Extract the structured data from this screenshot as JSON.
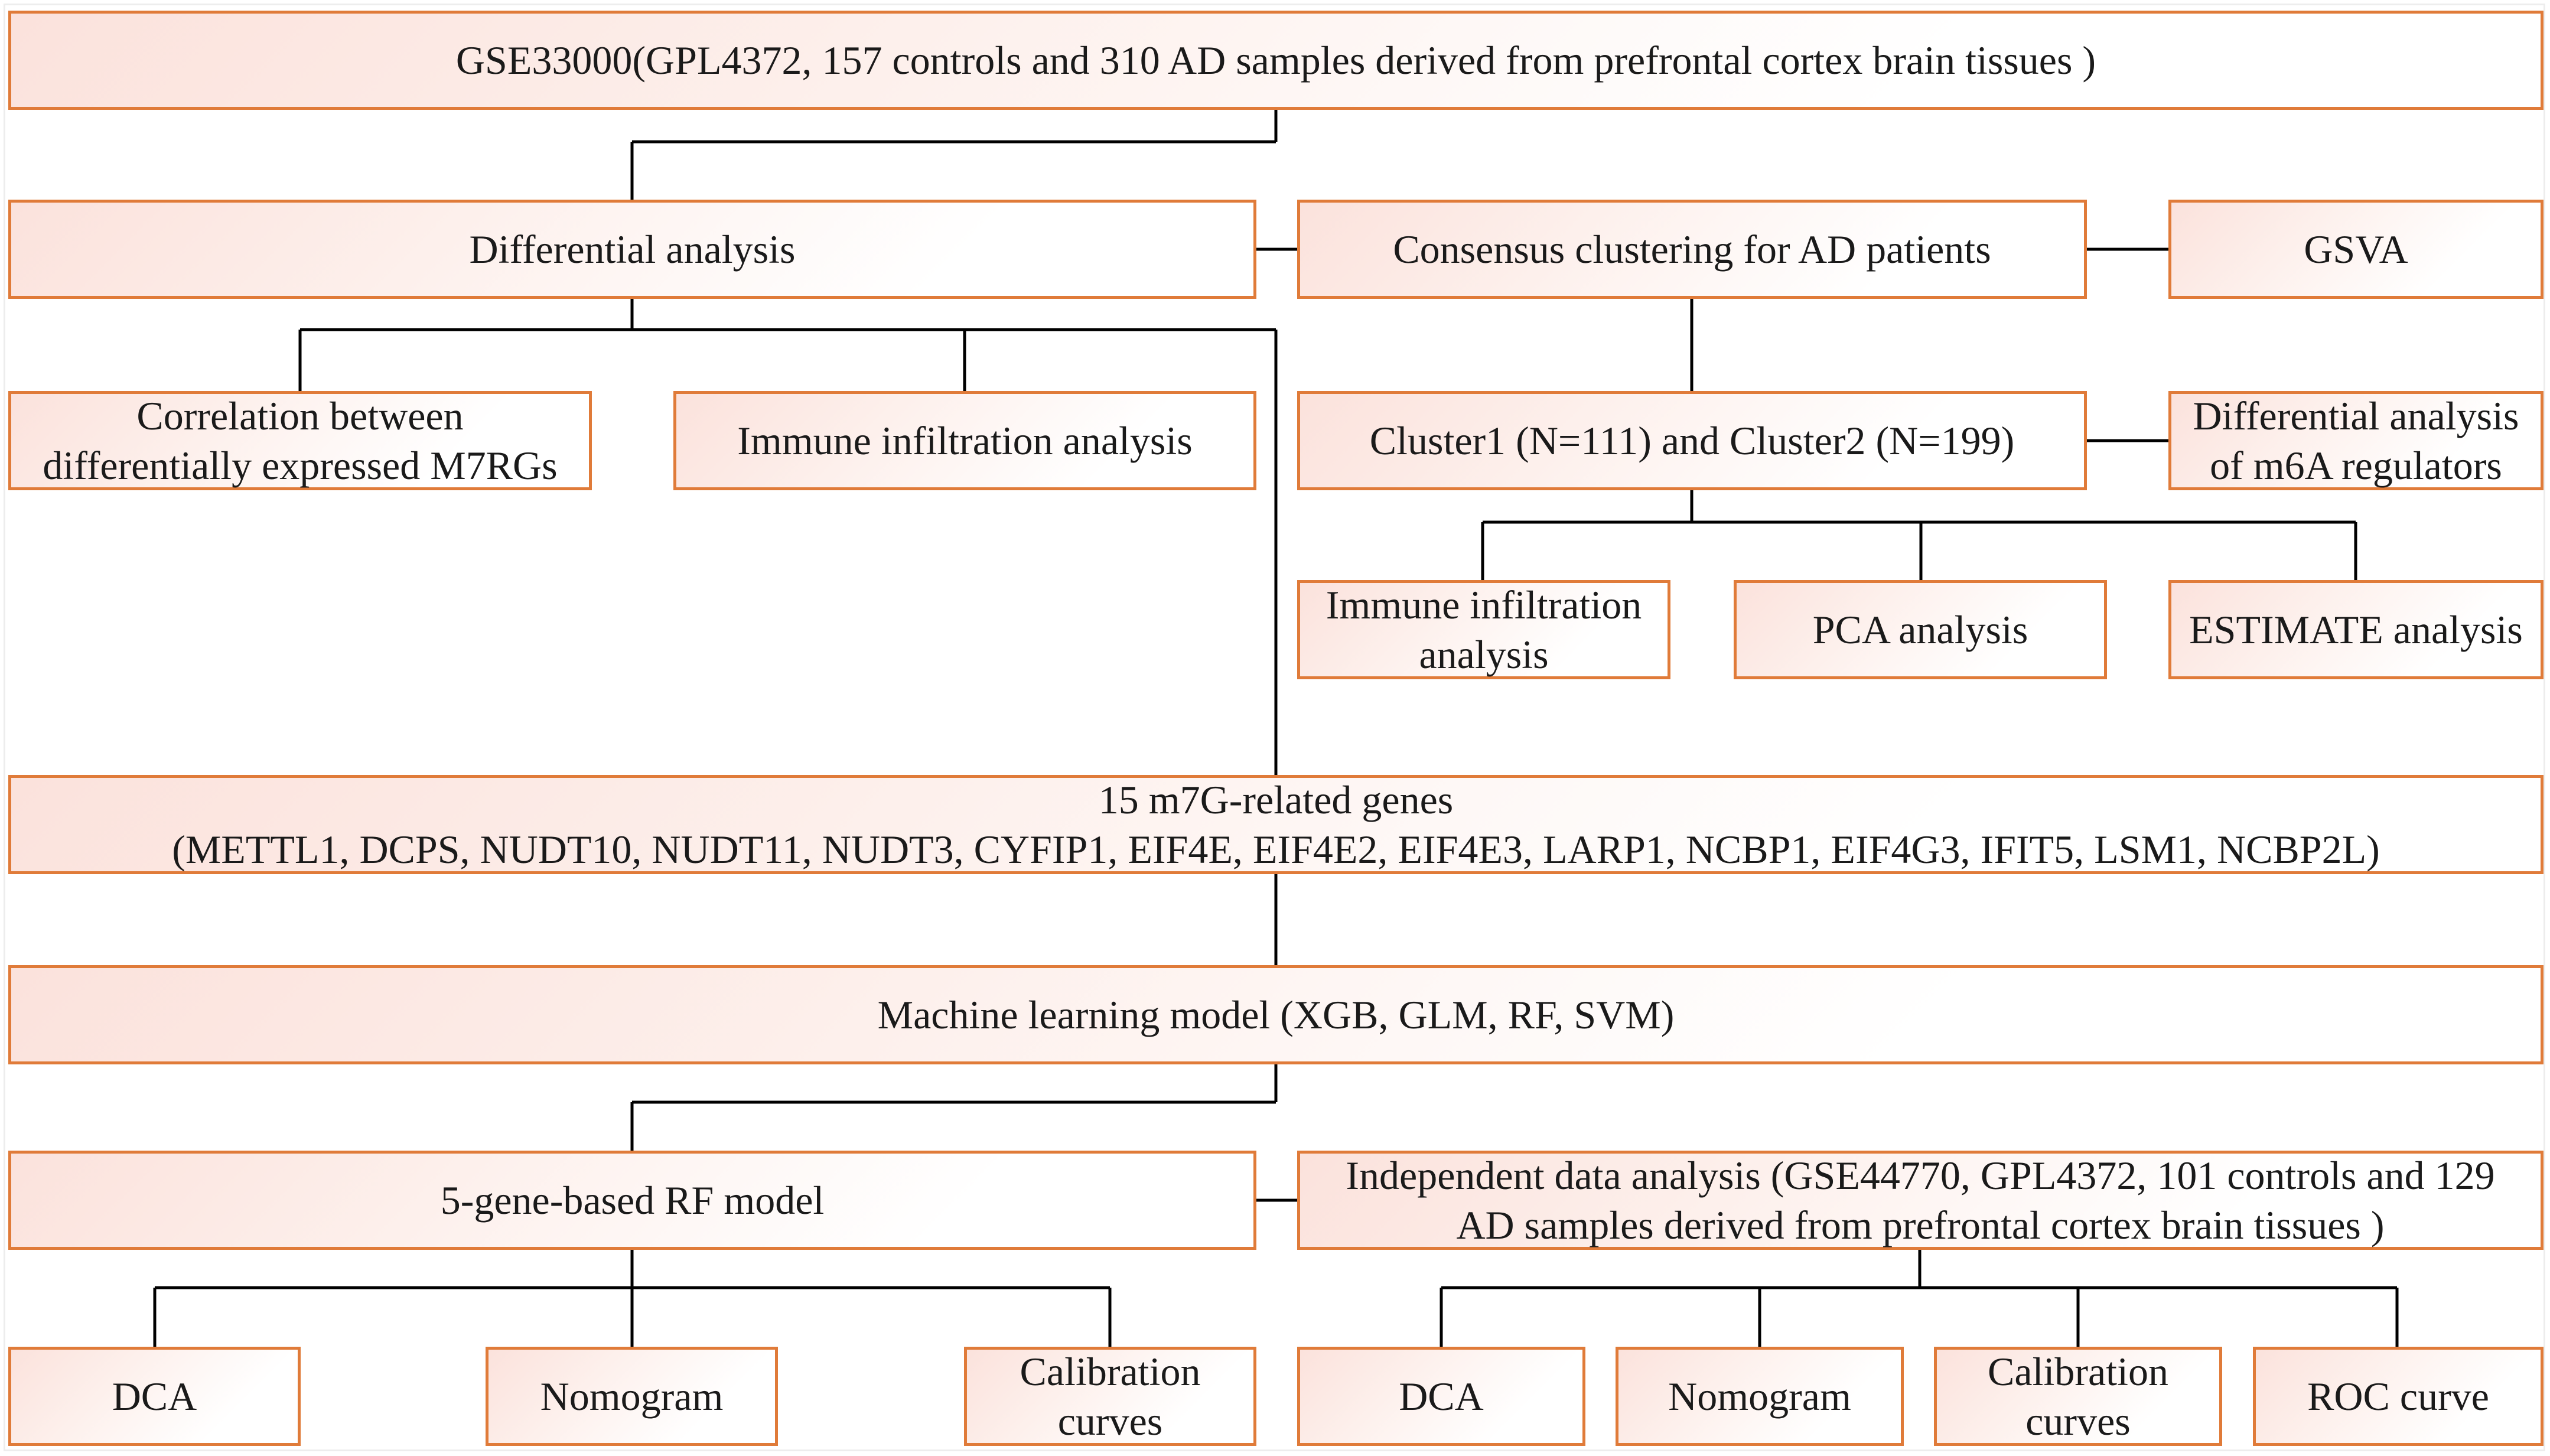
{
  "colors": {
    "box_border": "#e07b39",
    "box_fill_start": "#fbe2dc",
    "box_fill_end": "#ffffff",
    "connector": "#000000"
  },
  "boxes": {
    "gse33000": "GSE33000(GPL4372, 157 controls and 310 AD samples derived from prefrontal cortex brain tissues )",
    "differential_analysis": "Differential analysis",
    "consensus_clustering": "Consensus clustering for AD patients",
    "gsva": "GSVA",
    "correlation": "Correlation between differentially expressed M7RGs",
    "immune_infiltration_left": "Immune infiltration analysis",
    "clusters": "Cluster1 (N=111) and Cluster2 (N=199)",
    "diff_m6a": "Differential analysis of m6A regulators",
    "immune_infiltration_right": "Immune infiltration analysis",
    "pca": "PCA analysis",
    "estimate": "ESTIMATE analysis",
    "genes_title": "15 m7G-related genes",
    "genes_list": "(METTL1, DCPS, NUDT10, NUDT11, NUDT3, CYFIP1, EIF4E, EIF4E2, EIF4E3, LARP1, NCBP1, EIF4G3, IFIT5, LSM1, NCBP2L)",
    "ml_model": "Machine learning model (XGB, GLM, RF, SVM)",
    "rf_model": "5-gene-based RF model",
    "independent_analysis": "Independent data analysis (GSE44770, GPL4372, 101 controls and 129 AD samples derived from prefrontal cortex brain tissues )",
    "dca_left": "DCA",
    "nomogram_left": "Nomogram",
    "calibration_left": "Calibration curves",
    "dca_right": "DCA",
    "nomogram_right": "Nomogram",
    "calibration_right": "Calibration curves",
    "roc": "ROC curve"
  }
}
